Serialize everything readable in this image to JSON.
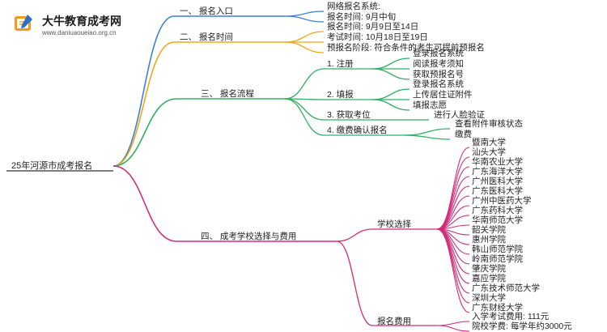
{
  "logo": {
    "title": "大牛教育成考网",
    "subtitle": "www.daniuaoueiao.org.cn"
  },
  "colors": {
    "blue": "#3d7fd6",
    "orange": "#f0a818",
    "green": "#2fb060",
    "magenta": "#d02c7a"
  },
  "mindmap": {
    "root": "25年河源市成考报名",
    "branches": [
      {
        "label": "一、 报名入口",
        "color": "blue",
        "children": [
          {
            "label": "网络报名系统:"
          },
          {
            "label": "报名时间: 9月中旬"
          }
        ]
      },
      {
        "label": "二、 报名时间",
        "color": "orange",
        "children": [
          {
            "label": "报名时间: 9月9日至14日"
          },
          {
            "label": "考试时间: 10月18日至19日"
          },
          {
            "label": "预报名阶段: 符合条件的考生可提前预报名"
          }
        ]
      },
      {
        "label": "三、 报名流程",
        "color": "green",
        "children": [
          {
            "label": "1. 注册",
            "children": [
              "登录报名系统",
              "阅读报考须知",
              "获取预报名号"
            ]
          },
          {
            "label": "2. 填报",
            "children": [
              "登录报名系统",
              "上传居住证附件",
              "填报志愿"
            ]
          },
          {
            "label": "3. 获取考位",
            "children": [
              "进行人脸验证"
            ]
          },
          {
            "label": "4. 缴费确认报名",
            "children": [
              "查看附件审核状态",
              "缴费"
            ]
          }
        ]
      },
      {
        "label": "四、 成考学校选择与费用",
        "color": "magenta",
        "children": [
          {
            "label": "学校选择",
            "children": [
              "暨南大学",
              "汕头大学",
              "华南农业大学",
              "广东海洋大学",
              "广州医科大学",
              "广东医科大学",
              "广州中医药大学",
              "广东药科大学",
              "华南师范大学",
              "韶关学院",
              "惠州学院",
              "韩山师范学院",
              "岭南师范学院",
              "肇庆学院",
              "嘉应学院",
              "广东技术师范大学",
              "深圳大学",
              "广东财经大学"
            ]
          },
          {
            "label": "报名费用",
            "children": [
              "入学考试费用: 111元",
              "院校学费: 每学年约3000元"
            ]
          }
        ]
      }
    ]
  }
}
